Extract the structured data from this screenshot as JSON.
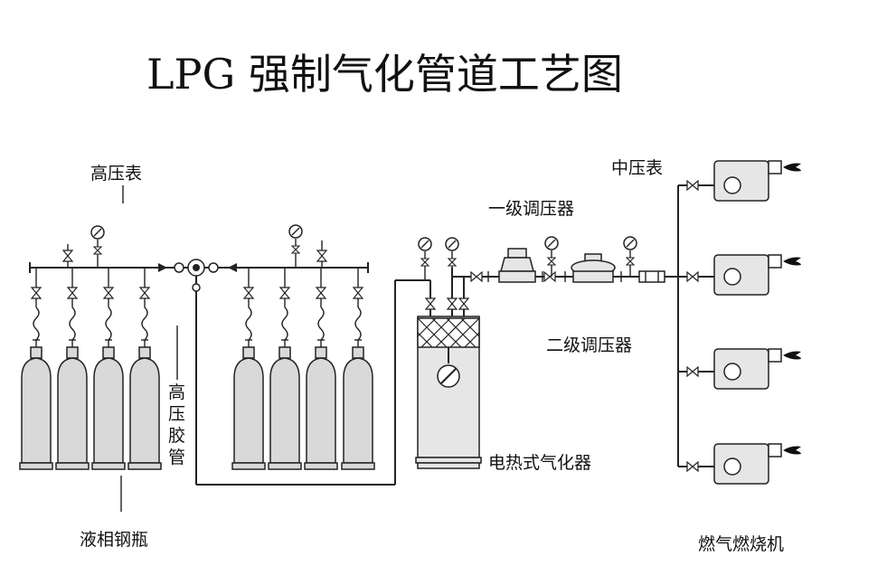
{
  "title": "LPG 强制气化管道工艺图",
  "labels": {
    "high_pressure_gauge": "高压表",
    "high_pressure_hose": "高压胶管",
    "liquid_cylinders": "液相钢瓶",
    "medium_pressure_gauge": "中压表",
    "first_stage_regulator": "一级调压器",
    "second_stage_regulator": "二级调压器",
    "electric_vaporizer": "电热式气化器",
    "gas_burner": "燃气燃烧机"
  },
  "colors": {
    "line": "#222222",
    "fill": "#d9d9d9",
    "flame": "#111111"
  }
}
